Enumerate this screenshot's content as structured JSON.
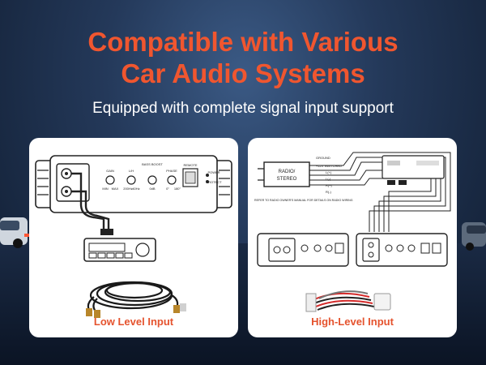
{
  "headline": {
    "line1": "Compatible with Various",
    "line2": "Car Audio Systems"
  },
  "subtitle": "Equipped with complete signal input support",
  "left_card": {
    "label": "Low Level Input",
    "amp_labels": [
      "GAIN",
      "L/H",
      "BASS BOOST",
      "PHASE",
      "REMOTE",
      "POWER",
      "PROTECT"
    ],
    "amp_sublabels": [
      "MIN",
      "MAX",
      "200Hz",
      "40Hz",
      "0dB",
      "0°",
      "180°"
    ]
  },
  "right_card": {
    "label": "High-Level Input",
    "radio_label": "RADIO/\nSTEREO",
    "radio_line1": "RADIO/",
    "radio_line2": "STEREO",
    "wire_labels": [
      "GROUND",
      "+12V SWITCHED",
      "L(+)",
      "L(-)",
      "R(+)",
      "R(-)"
    ],
    "note": "REFER TO RADIO OWNER'S MANUAL FOR DETAILS ON RADIO WIRING"
  },
  "colors": {
    "accent": "#f0562f",
    "label": "#e5532e",
    "card": "#ffffff"
  }
}
